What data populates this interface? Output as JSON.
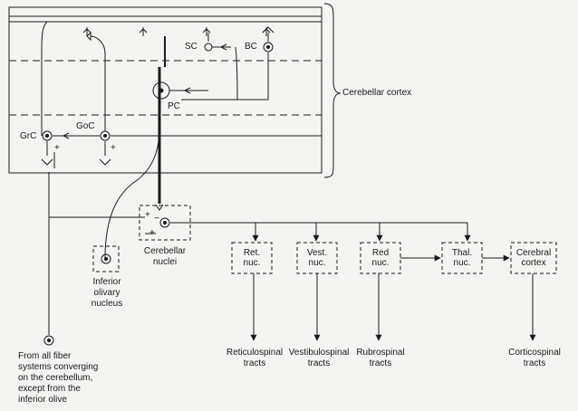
{
  "regions": {
    "cerebellar_cortex": "Cerebellar cortex"
  },
  "cells": {
    "grc": "GrC",
    "goc": "GoC",
    "sc": "SC",
    "bc": "BC",
    "pc": "PC"
  },
  "nuclei": {
    "cerebellar": "Cerebellar\nnuclei",
    "inferior_olive": "Inferior\nolivary\nnucleus"
  },
  "signs": {
    "plus": "+",
    "minus": "−"
  },
  "targets": [
    {
      "box": "Ret.\nnuc.",
      "tract": "Reticulospinal\ntracts"
    },
    {
      "box": "Vest.\nnuc.",
      "tract": "Vestibulospinal\ntracts"
    },
    {
      "box": "Red\nnuc.",
      "tract": "Rubrospinal\ntracts"
    },
    {
      "box": "Thal.\nnuc.",
      "tract": ""
    },
    {
      "box": "Cerebral\ncortex",
      "tract": "Corticospinal\ntracts"
    }
  ],
  "inputs": {
    "mossy_source": "From all fiber\nsystems converging\non the cerebellum,\nexcept from the\ninferior olive"
  }
}
